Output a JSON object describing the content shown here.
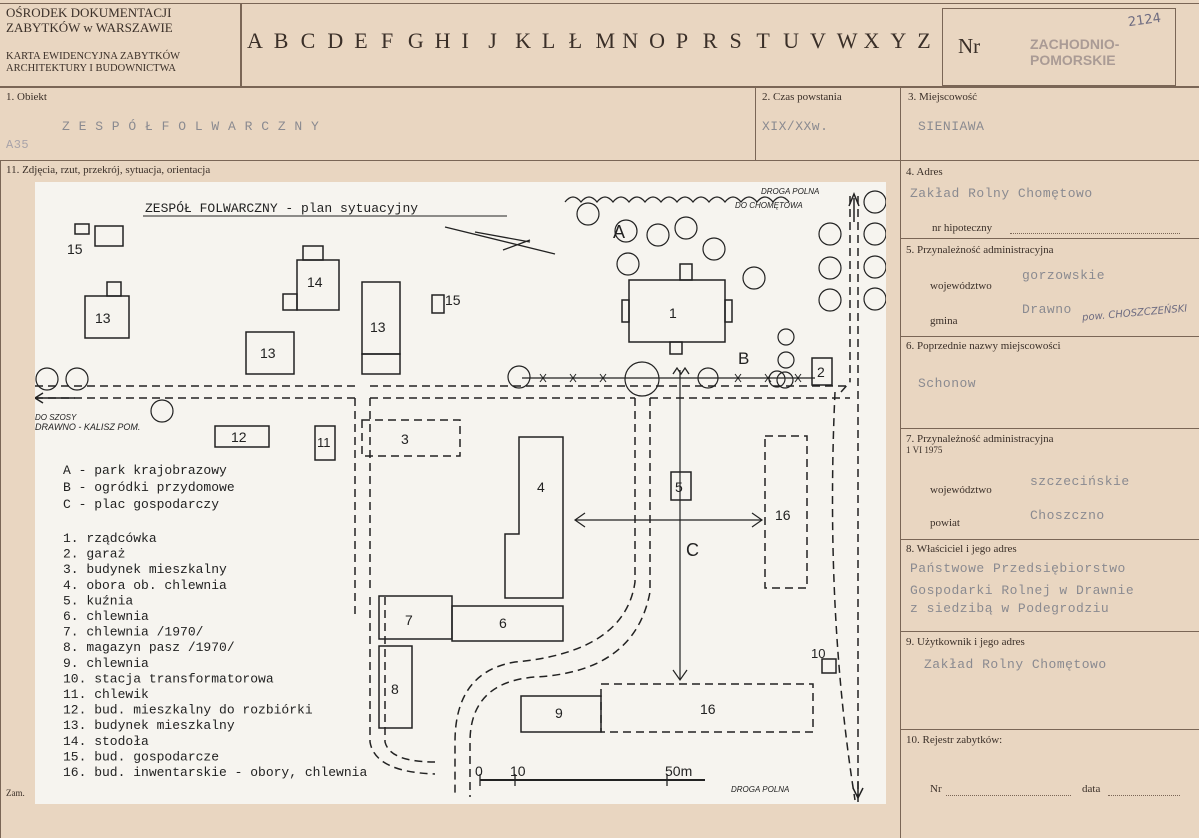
{
  "header": {
    "org_line1": "OŚRODEK DOKUMENTACJI",
    "org_line2": "ZABYTKÓW w WARSZAWIE",
    "card_line1": "KARTA EWIDENCYJNA ZABYTKÓW",
    "card_line2": "ARCHITEKTURY I BUDOWNICTWA",
    "letters": [
      "A",
      "B",
      "C",
      "D",
      "E",
      "F",
      "G",
      "H",
      "I",
      "J",
      "K",
      "L",
      "Ł",
      "M",
      "N",
      "O",
      "P",
      "R",
      "S",
      "T",
      "U",
      "V",
      "W",
      "X",
      "Y",
      "Z"
    ],
    "nr_label": "Nr",
    "stamp_line1": "ZACHODNIO-",
    "stamp_line2": "POMORSKIE",
    "handwritten_nr": "2124"
  },
  "fields": {
    "obiekt_label": "1. Obiekt",
    "obiekt_value": "Z E S P Ó Ł   F O L W A R C Z N Y",
    "obiekt_note": "A35",
    "czas_label": "2. Czas powstania",
    "czas_value": "XIX/XXw.",
    "miejscowosc_label": "3. Miejscowość",
    "miejscowosc_value": "SIENIAWA",
    "zdjecia_label": "11. Zdjęcia, rzut, przekrój, sytuacja, orientacja",
    "adres_label": "4. Adres",
    "adres_value": "Zakład Rolny Chomętowo",
    "nr_hip_label": "nr hipoteczny",
    "przyn_label": "5. Przynależność administracyjna",
    "woj_label": "województwo",
    "woj_value": "gorzowskie",
    "gmina_label": "gmina",
    "gmina_value": "Drawno",
    "gmina_note": "pow. CHOSZCZEŃSKI",
    "poprz_label": "6. Poprzednie nazwy miejscowości",
    "poprz_value": "Schonow",
    "przyn75_label1": "7. Przynależność administracyjna",
    "przyn75_label2": "1 VI 1975",
    "woj75_label": "województwo",
    "woj75_value": "szczecińskie",
    "powiat_label": "powiat",
    "powiat_value": "Choszczno",
    "wlasciciel_label": "8. Właściciel i jego adres",
    "wlasciciel_line1": "Państwowe Przedsiębiorstwo",
    "wlasciciel_line2": "Gospodarki Rolnej w Drawnie",
    "wlasciciel_line3": "z siedzibą w Podegrodziu",
    "uzytkownik_label": "9. Użytkownik i jego adres",
    "uzytkownik_value": "Zakład Rolny Chomętowo",
    "rejestr_label": "10. Rejestr zabytków:",
    "rejestr_nr_label": "Nr",
    "rejestr_data_label": "data",
    "zam_label": "Zam."
  },
  "plan": {
    "title": "ZESPÓŁ  FOLWARCZNY - plan sytuacyjny",
    "road_top_line1": "DROGA POLNA",
    "road_top_line2": "DO CHOMĘTOWA",
    "road_left_line1": "DO SZOSY",
    "road_left_line2": "DRAWNO - KALISZ POM.",
    "road_bottom": "DROGA POLNA",
    "scale_0": "0",
    "scale_10": "10",
    "scale_50": "50m",
    "area_a": "A",
    "area_b": "B",
    "area_c": "C",
    "legend_areas": [
      "A - park krajobrazowy",
      "B - ogródki przydomowe",
      "C - plac gospodarczy"
    ],
    "legend_buildings": [
      "1. rządcówka",
      "2. garaż",
      "3. budynek mieszkalny",
      "4. obora ob. chlewnia",
      "5. kuźnia",
      "6. chlewnia",
      "7. chlewnia /1970/",
      "8. magazyn pasz /1970/",
      "9. chlewnia",
      "10. stacja transformatorowa",
      "11. chlewik",
      "12. bud. mieszkalny do rozbiórki",
      "13. budynek mieszkalny",
      "14. stodoła",
      "15. bud. gospodarcze",
      "16. bud. inwentarskie - obory, chlewnia"
    ],
    "bldg": {
      "b1": "1",
      "b2": "2",
      "b3": "3",
      "b4": "4",
      "b5": "5",
      "b6": "6",
      "b7": "7",
      "b8": "8",
      "b9": "9",
      "b10": "10",
      "b11": "11",
      "b12": "12",
      "b13a": "13",
      "b13b": "13",
      "b13c": "13",
      "b14": "14",
      "b15a": "15",
      "b15b": "15",
      "b16a": "16",
      "b16b": "16"
    }
  }
}
